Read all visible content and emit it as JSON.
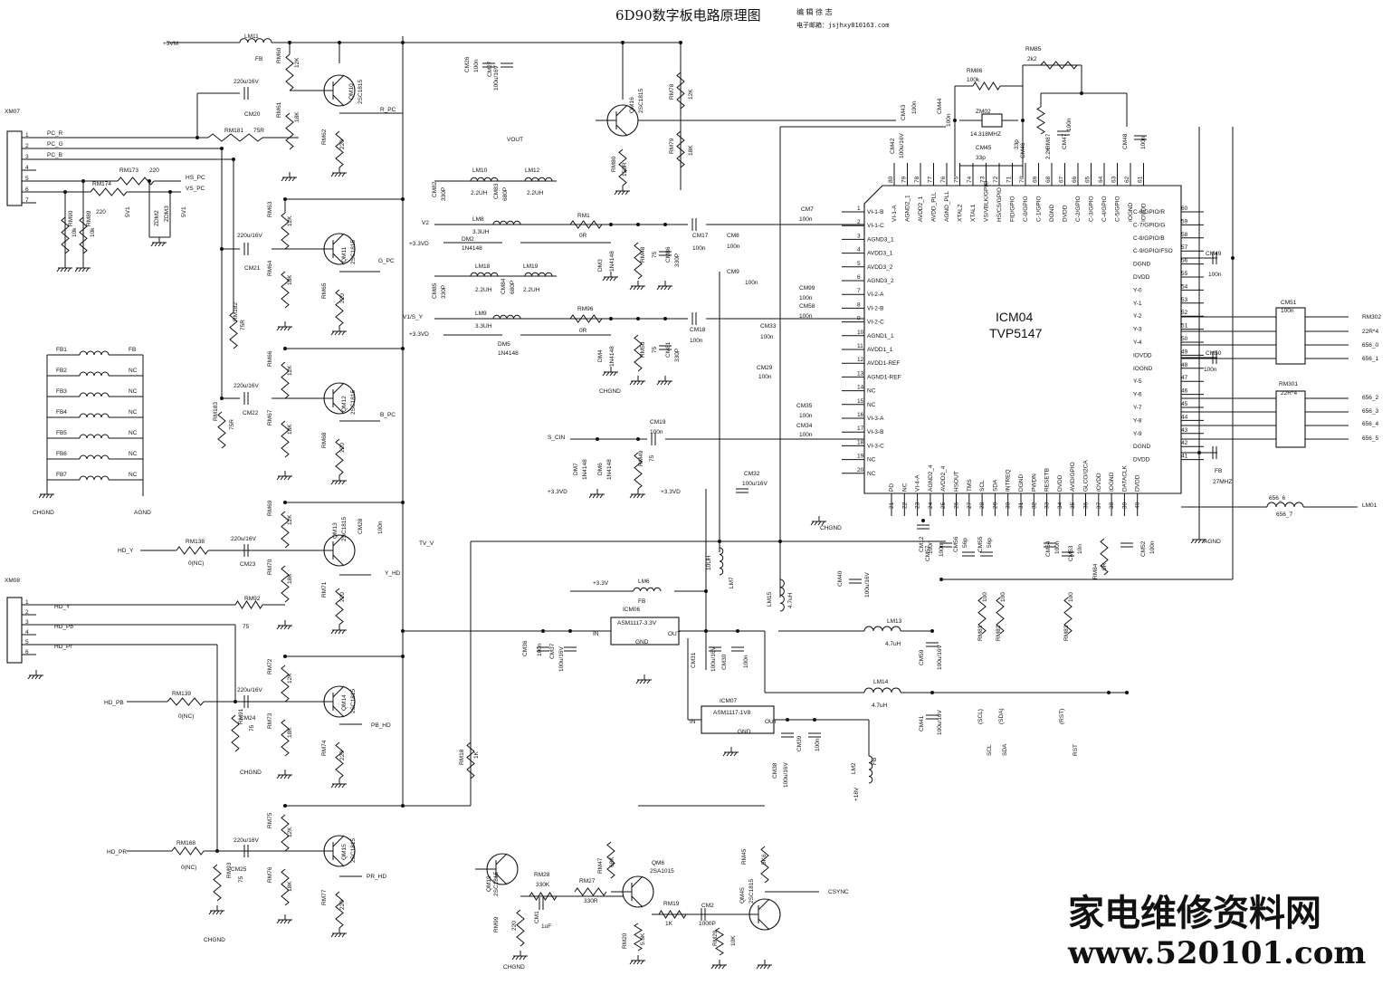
{
  "header": {
    "title": "6D90数字板电路原理图",
    "editor": "编 辑 徐 志",
    "email": "电子邮箱：jsjhxy810163.com"
  },
  "watermark": {
    "line1": "家电维修资料网",
    "line2": "www.520101.com"
  },
  "chip": {
    "ref": "ICM04",
    "part": "TVP5147",
    "left_pins": [
      {
        "n": "1",
        "name": "VI-1-B"
      },
      {
        "n": "2",
        "name": "VI-1-C"
      },
      {
        "n": "3",
        "name": "AGND3_1"
      },
      {
        "n": "4",
        "name": "AVDD3_1"
      },
      {
        "n": "5",
        "name": "AVDD3_2"
      },
      {
        "n": "6",
        "name": "AGND3_2"
      },
      {
        "n": "7",
        "name": "VI-2-A"
      },
      {
        "n": "8",
        "name": "VI-2-B"
      },
      {
        "n": "9",
        "name": "VI-2-C"
      },
      {
        "n": "10",
        "name": "AGND1_1"
      },
      {
        "n": "11",
        "name": "AVDD1_1"
      },
      {
        "n": "12",
        "name": "AVDD1-REF"
      },
      {
        "n": "13",
        "name": "AGND1-REF"
      },
      {
        "n": "14",
        "name": "NC"
      },
      {
        "n": "15",
        "name": "NC"
      },
      {
        "n": "16",
        "name": "VI-3-A"
      },
      {
        "n": "17",
        "name": "VI-3-B"
      },
      {
        "n": "18",
        "name": "VI-3-C"
      },
      {
        "n": "19",
        "name": "NC"
      },
      {
        "n": "20",
        "name": "NC"
      }
    ],
    "right_pins": [
      {
        "n": "60",
        "name": "C-6/GPIO/R"
      },
      {
        "n": "59",
        "name": "C-7/GPIO/G"
      },
      {
        "n": "58",
        "name": "C-8/GPIO/B"
      },
      {
        "n": "57",
        "name": "C-9/GPIO/FSO"
      },
      {
        "n": "56",
        "name": "DGND"
      },
      {
        "n": "55",
        "name": "DVDD"
      },
      {
        "n": "54",
        "name": "Y-0"
      },
      {
        "n": "53",
        "name": "Y-1"
      },
      {
        "n": "52",
        "name": "Y-2"
      },
      {
        "n": "51",
        "name": "Y-3"
      },
      {
        "n": "50",
        "name": "Y-4"
      },
      {
        "n": "49",
        "name": "IOVDD"
      },
      {
        "n": "48",
        "name": "IOGND"
      },
      {
        "n": "47",
        "name": "Y-5"
      },
      {
        "n": "46",
        "name": "Y-6"
      },
      {
        "n": "45",
        "name": "Y-7"
      },
      {
        "n": "44",
        "name": "Y-8"
      },
      {
        "n": "43",
        "name": "Y-9"
      },
      {
        "n": "42",
        "name": "DGND"
      },
      {
        "n": "41",
        "name": "DVDD"
      }
    ],
    "top_pins": [
      {
        "n": "80",
        "name": "VI-1-A"
      },
      {
        "n": "79",
        "name": "AGND2_1"
      },
      {
        "n": "78",
        "name": "AVDD2_1"
      },
      {
        "n": "77",
        "name": "AVDD_PLL"
      },
      {
        "n": "76",
        "name": "AGND_PLL"
      },
      {
        "n": "75",
        "name": "XTAL2"
      },
      {
        "n": "74",
        "name": "XTAL1"
      },
      {
        "n": "73",
        "name": "VS/VBLK/GPIO"
      },
      {
        "n": "72",
        "name": "HS/CS/GPIO"
      },
      {
        "n": "71",
        "name": "FID/GPIO"
      },
      {
        "n": "70",
        "name": "C-0/GPIO"
      },
      {
        "n": "69",
        "name": "C-1/GPIO"
      },
      {
        "n": "68",
        "name": "DGND"
      },
      {
        "n": "67",
        "name": "DVDD"
      },
      {
        "n": "66",
        "name": "C-2/GPIO"
      },
      {
        "n": "65",
        "name": "C-3/GPIO"
      },
      {
        "n": "64",
        "name": "C-4/GPIO"
      },
      {
        "n": "63",
        "name": "C-5/GPIO"
      },
      {
        "n": "62",
        "name": "IOGND"
      },
      {
        "n": "61",
        "name": "IOVDD"
      }
    ],
    "bottom_pins": [
      {
        "n": "21",
        "name": "PD"
      },
      {
        "n": "22",
        "name": "NC"
      },
      {
        "n": "23",
        "name": "VI-4-A"
      },
      {
        "n": "24",
        "name": "AGND2_4"
      },
      {
        "n": "25",
        "name": "AVDD2_4"
      },
      {
        "n": "26",
        "name": "HSOUT"
      },
      {
        "n": "27",
        "name": "TMS"
      },
      {
        "n": "28",
        "name": "SCL"
      },
      {
        "n": "29",
        "name": "SDA"
      },
      {
        "n": "30",
        "name": "INTREQ"
      },
      {
        "n": "31",
        "name": "DGND"
      },
      {
        "n": "32",
        "name": "PWDN"
      },
      {
        "n": "33",
        "name": "RESETB"
      },
      {
        "n": "34",
        "name": "DVDD"
      },
      {
        "n": "35",
        "name": "AVID/GPIO"
      },
      {
        "n": "36",
        "name": "GLCO/I2CA"
      },
      {
        "n": "37",
        "name": "IOVDD"
      },
      {
        "n": "38",
        "name": "IOGND"
      },
      {
        "n": "39",
        "name": "DATACLK"
      },
      {
        "n": "40",
        "name": "DVDD"
      }
    ]
  },
  "connectors": {
    "xm07": {
      "ref": "XM07",
      "pins": [
        "1",
        "2",
        "3",
        "4",
        "5",
        "6",
        "7"
      ],
      "nets": [
        "PC_R",
        "PC_G",
        "PC_B"
      ]
    },
    "xm08": {
      "ref": "XM08",
      "pins": [
        "1",
        "2",
        "3",
        "4",
        "5",
        "6"
      ],
      "nets": [
        "HD_Y",
        "HD_Pb",
        "HD_Pr"
      ]
    }
  },
  "ferrites": [
    {
      "ref": "FB1",
      "value": "FB"
    },
    {
      "ref": "FB2",
      "value": "NC"
    },
    {
      "ref": "FB3",
      "value": "NC"
    },
    {
      "ref": "FB4",
      "value": "NC"
    },
    {
      "ref": "FB5",
      "value": "NC"
    },
    {
      "ref": "FB6",
      "value": "NC"
    },
    {
      "ref": "FB7",
      "value": "NC"
    }
  ],
  "ferrite_grounds": [
    "CHGND",
    "AGND"
  ],
  "labels": [
    "+5VM",
    "LM11",
    "FB",
    "RM60",
    "12K",
    "RM61",
    "18K",
    "RM62",
    "220",
    "QM10",
    "2SC1815",
    "R_PC",
    "220u/16V",
    "CM20",
    "RM181",
    "75R",
    "RM173",
    "220",
    "HS_PC",
    "VS_PC",
    "RM174",
    "220",
    "RM90",
    "10k",
    "RM89",
    "10k",
    "5V1",
    "ZDM2",
    "ZDM3",
    "5V1",
    "RM63",
    "12K",
    "RM64",
    "18K",
    "RM65",
    "220",
    "QM11",
    "2SC1815",
    "G_PC",
    "220u/16V",
    "CM21",
    "RM182",
    "75R",
    "RM66",
    "12K",
    "RM67",
    "18K",
    "RM68",
    "220",
    "QM12",
    "2SC1815",
    "B_PC",
    "220u/16V",
    "CM22",
    "RM183",
    "75R",
    "RM69",
    "12K",
    "RM70",
    "18K",
    "RM71",
    "220",
    "QM13",
    "2SC1815",
    "CM28",
    "100n",
    "Y_HD",
    "HD_Y",
    "RM138",
    "0(NC)",
    "220u/16V",
    "CM23",
    "RM92",
    "75",
    "RM72",
    "12K",
    "RM73",
    "18K",
    "RM74",
    "220",
    "QM14",
    "2SC1815",
    "PB_HD",
    "HD_PB",
    "RM139",
    "0(NC)",
    "220u/16V",
    "CM24",
    "RM91",
    "75",
    "CHGND",
    "RM75",
    "12K",
    "RM76",
    "18K",
    "RM77",
    "220",
    "QM15",
    "2SC1815",
    "PR_HD",
    "HD_PR",
    "RM168",
    "0(NC)",
    "220u/16V",
    "CM25",
    "RM93",
    "75",
    "CHGND",
    "CM26",
    "100n",
    "CM27",
    "100u/16V",
    "QM16",
    "2SC1815",
    "RM78",
    "12K",
    "RM79",
    "18K",
    "RM80",
    "150R",
    "VOUT",
    "LM10",
    "2.2UH",
    "CM82",
    "330P",
    "CM83",
    "680P",
    "LM12",
    "2.2UH",
    "V2",
    "LM8",
    "3.3UH",
    "RM1",
    "0R",
    "+3.3VD",
    "DM2",
    "1N4148",
    "DM3",
    "1N4148",
    "RM48",
    "75",
    "CM86",
    "330P",
    "CM17",
    "100n",
    "LM18",
    "2.2UH",
    "CM85",
    "330P",
    "CM84",
    "680P",
    "LM19",
    "2.2UH",
    "V1/S_Y",
    "LM9",
    "3.3UH",
    "RM96",
    "0R",
    "+3.3VD",
    "DM5",
    "1N4148",
    "DM4",
    "1N4148",
    "RM50",
    "75",
    "CM81",
    "330P",
    "CM18",
    "100n",
    "CHGND",
    "S_CIN",
    "CM19",
    "100n",
    "DM7",
    "1N4148",
    "DM6",
    "1N4148",
    "RM49",
    "75",
    "+3.3VD",
    "+3.3VD",
    "CM32",
    "100u/16V",
    "TV_V",
    "LM7",
    "10UH",
    "+3.3V",
    "LM6",
    "FB",
    "ICM06",
    "ASM1117-3.3V",
    "IN",
    "OUT",
    "GND",
    "CM36",
    "100n",
    "CM37",
    "100u/16V",
    "CM31",
    "100u/16V",
    "CM30",
    "100n",
    "ICM07",
    "ASM1117-1V8",
    "IN",
    "OUT",
    "GND",
    "CM38",
    "100u/16V",
    "CM39",
    "100n",
    "LM2",
    "FB",
    "+18V",
    "LM15",
    "4.7uH",
    "CM40",
    "100u/16V",
    "LM13",
    "4.7uH",
    "CM59",
    "100u/16V",
    "LM14",
    "4.7uH",
    "CM41",
    "100u/16V",
    "RM18",
    "1K",
    "QM19",
    "2SC1815",
    "RM28",
    "330K",
    "CM1",
    "1uF",
    "RM27",
    "330R",
    "RM99",
    "220",
    "CHGND",
    "RM47",
    "68K",
    "QM6",
    "2SA1015",
    "RM20",
    "5.6K",
    "RM19",
    "1K",
    "CM2",
    "1000P",
    "RM29",
    "10K",
    "QM45",
    "2SC1815",
    "RM45",
    "5K6",
    "CSYNC",
    "CM7",
    "100n",
    "CM8",
    "100n",
    "CM9",
    "100n",
    "CM99",
    "100n",
    "CM58",
    "100n",
    "CM33",
    "100n",
    "CM29",
    "100n",
    "CM35",
    "100n",
    "CM34",
    "100n",
    "CM43",
    "100n",
    "CM44",
    "100n",
    "CM42",
    "100u/16V",
    "RM86",
    "100k",
    "RM85",
    "2k2",
    "ZM02",
    "14.318MHZ",
    "CM45",
    "33p",
    "CM46",
    "33p",
    "RM87",
    "2.2K",
    "CM47",
    "100n",
    "CM48",
    "100n",
    "CM49",
    "100n",
    "CM50",
    "100n",
    "CM51",
    "100n",
    "RM301",
    "22R*4",
    "RM302",
    "22R*4",
    "656_0",
    "656_1",
    "656_2",
    "656_3",
    "656_4",
    "656_5",
    "656_6",
    "656_7",
    "LM01",
    "FB",
    "27MHZ",
    "CM12",
    "100n",
    "CM57",
    "100n",
    "CM56",
    "56p",
    "CM55",
    "56p",
    "CM54",
    "100n",
    "CM53",
    "10n",
    "RM84",
    "0R",
    "CM52",
    "100n",
    "RM81",
    "100",
    "RM82",
    "100",
    "RM83",
    "100",
    "(SCL)",
    "(SDA)",
    "(RST)",
    "SCL",
    "SDA",
    "RST",
    "CHGND",
    "AGND"
  ]
}
